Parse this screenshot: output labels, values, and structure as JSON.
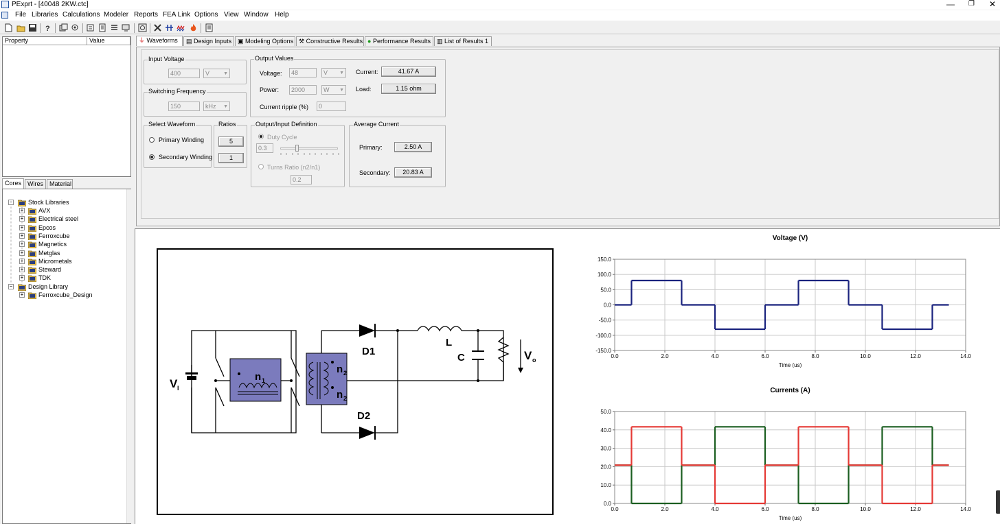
{
  "window": {
    "title": "PExprt - [40048 2KW.ctc]"
  },
  "menu": [
    "File",
    "Libraries",
    "Calculations",
    "Modeler",
    "Reports",
    "FEA Link",
    "Options",
    "View",
    "Window",
    "Help"
  ],
  "property_grid": {
    "col_property": "Property",
    "col_value": "Value"
  },
  "left_tabs": [
    "Cores",
    "Wires",
    "Material"
  ],
  "tree": {
    "stock_root": "Stock Libraries",
    "stock_items": [
      "AVX",
      "Electrical steel",
      "Epcos",
      "Ferroxcube",
      "Magnetics",
      "Metglas",
      "Micrometals",
      "Steward",
      "TDK"
    ],
    "design_root": "Design Library",
    "design_items": [
      "Ferroxcube_Design"
    ]
  },
  "main_tabs": [
    "Waveforms",
    "Design Inputs",
    "Modeling Options",
    "Constructive Results",
    "Performance Results",
    "List of Results 1"
  ],
  "input_voltage": {
    "title": "Input Voltage",
    "value": "400",
    "unit": "V"
  },
  "switching_frequency": {
    "title": "Switching Frequency",
    "value": "150",
    "unit": "kHz"
  },
  "output_values": {
    "title": "Output Values",
    "voltage_label": "Voltage:",
    "voltage_value": "48",
    "voltage_unit": "V",
    "power_label": "Power:",
    "power_value": "2000",
    "power_unit": "W",
    "ripple_label": "Current ripple (%)",
    "ripple_value": "0",
    "current_label": "Current:",
    "current_value": "41.67 A",
    "load_label": "Load:",
    "load_value": "1.15 ohm"
  },
  "select_waveform": {
    "title": "Select Waveform",
    "primary": "Primary Winding",
    "secondary": "Secondary Winding",
    "selected": "secondary"
  },
  "ratios": {
    "title": "Ratios",
    "primary": "5",
    "secondary": "1"
  },
  "io_definition": {
    "title": "Output/Input Definition",
    "duty_label": "Duty Cycle",
    "duty_value": "0.3",
    "turns_label": "Turns Ratio (n2/n1)",
    "turns_value": "0.2",
    "duty_slider": 0.3
  },
  "average_current": {
    "title": "Average Current",
    "primary_label": "Primary:",
    "primary_value": "2.50 A",
    "secondary_label": "Secondary:",
    "secondary_value": "20.83 A"
  },
  "schematic": {
    "vi": "V",
    "vi_sub": "I",
    "n1": "n",
    "n1_sub": "1",
    "n2a": "n",
    "n2a_sub": "2",
    "n2b": "n",
    "n2b_sub": "2",
    "d1": "D1",
    "d2": "D2",
    "l": "L",
    "c": "C",
    "vo": "V",
    "vo_sub": "o"
  },
  "chart_data": [
    {
      "type": "line",
      "title": "Voltage (V)",
      "xlabel": "Time (us)",
      "ylabel": "",
      "xlim": [
        0,
        14
      ],
      "ylim": [
        -150,
        150
      ],
      "xticks": [
        "0.0",
        "2.0",
        "4.0",
        "6.0",
        "8.0",
        "10.0",
        "12.0",
        "14.0"
      ],
      "yticks": [
        "150.0",
        "100.0",
        "50.0",
        "0.0",
        "-50.0",
        "-100.0",
        "-150.0"
      ],
      "series": [
        {
          "color": "#1a237e",
          "x": [
            0,
            0.67,
            0.67,
            2.67,
            2.67,
            4.0,
            4.0,
            6.0,
            6.0,
            7.33,
            7.33,
            9.33,
            9.33,
            10.67,
            10.67,
            12.67,
            12.67,
            13.33
          ],
          "y": [
            0,
            0,
            80,
            80,
            0,
            0,
            -80,
            -80,
            0,
            0,
            80,
            80,
            0,
            0,
            -80,
            -80,
            0,
            0
          ]
        }
      ],
      "grid": true
    },
    {
      "type": "line",
      "title": "Currents (A)",
      "xlabel": "Time (us)",
      "ylabel": "",
      "xlim": [
        0,
        14
      ],
      "ylim": [
        0,
        50
      ],
      "xticks": [
        "0.0",
        "2.0",
        "4.0",
        "6.0",
        "8.0",
        "10.0",
        "12.0",
        "14.0"
      ],
      "yticks": [
        "50.0",
        "40.0",
        "30.0",
        "20.0",
        "10.0",
        "0.0"
      ],
      "series": [
        {
          "color": "#1b5e20",
          "x": [
            0,
            0.67,
            0.67,
            2.67,
            2.67,
            4.0,
            4.0,
            6.0,
            6.0,
            7.33,
            7.33,
            9.33,
            9.33,
            10.67,
            10.67,
            12.67,
            12.67,
            13.33
          ],
          "y": [
            20.83,
            20.83,
            0,
            0,
            20.83,
            20.83,
            41.67,
            41.67,
            20.83,
            20.83,
            0,
            0,
            20.83,
            20.83,
            41.67,
            41.67,
            20.83,
            20.83
          ]
        },
        {
          "color": "#e53935",
          "x": [
            0,
            0.67,
            0.67,
            2.67,
            2.67,
            4.0,
            4.0,
            6.0,
            6.0,
            7.33,
            7.33,
            9.33,
            9.33,
            10.67,
            10.67,
            12.67,
            12.67,
            13.33
          ],
          "y": [
            20.83,
            20.83,
            41.67,
            41.67,
            20.83,
            20.83,
            0,
            0,
            20.83,
            20.83,
            41.67,
            41.67,
            20.83,
            20.83,
            0,
            0,
            20.83,
            20.83
          ]
        }
      ],
      "grid": true
    }
  ]
}
